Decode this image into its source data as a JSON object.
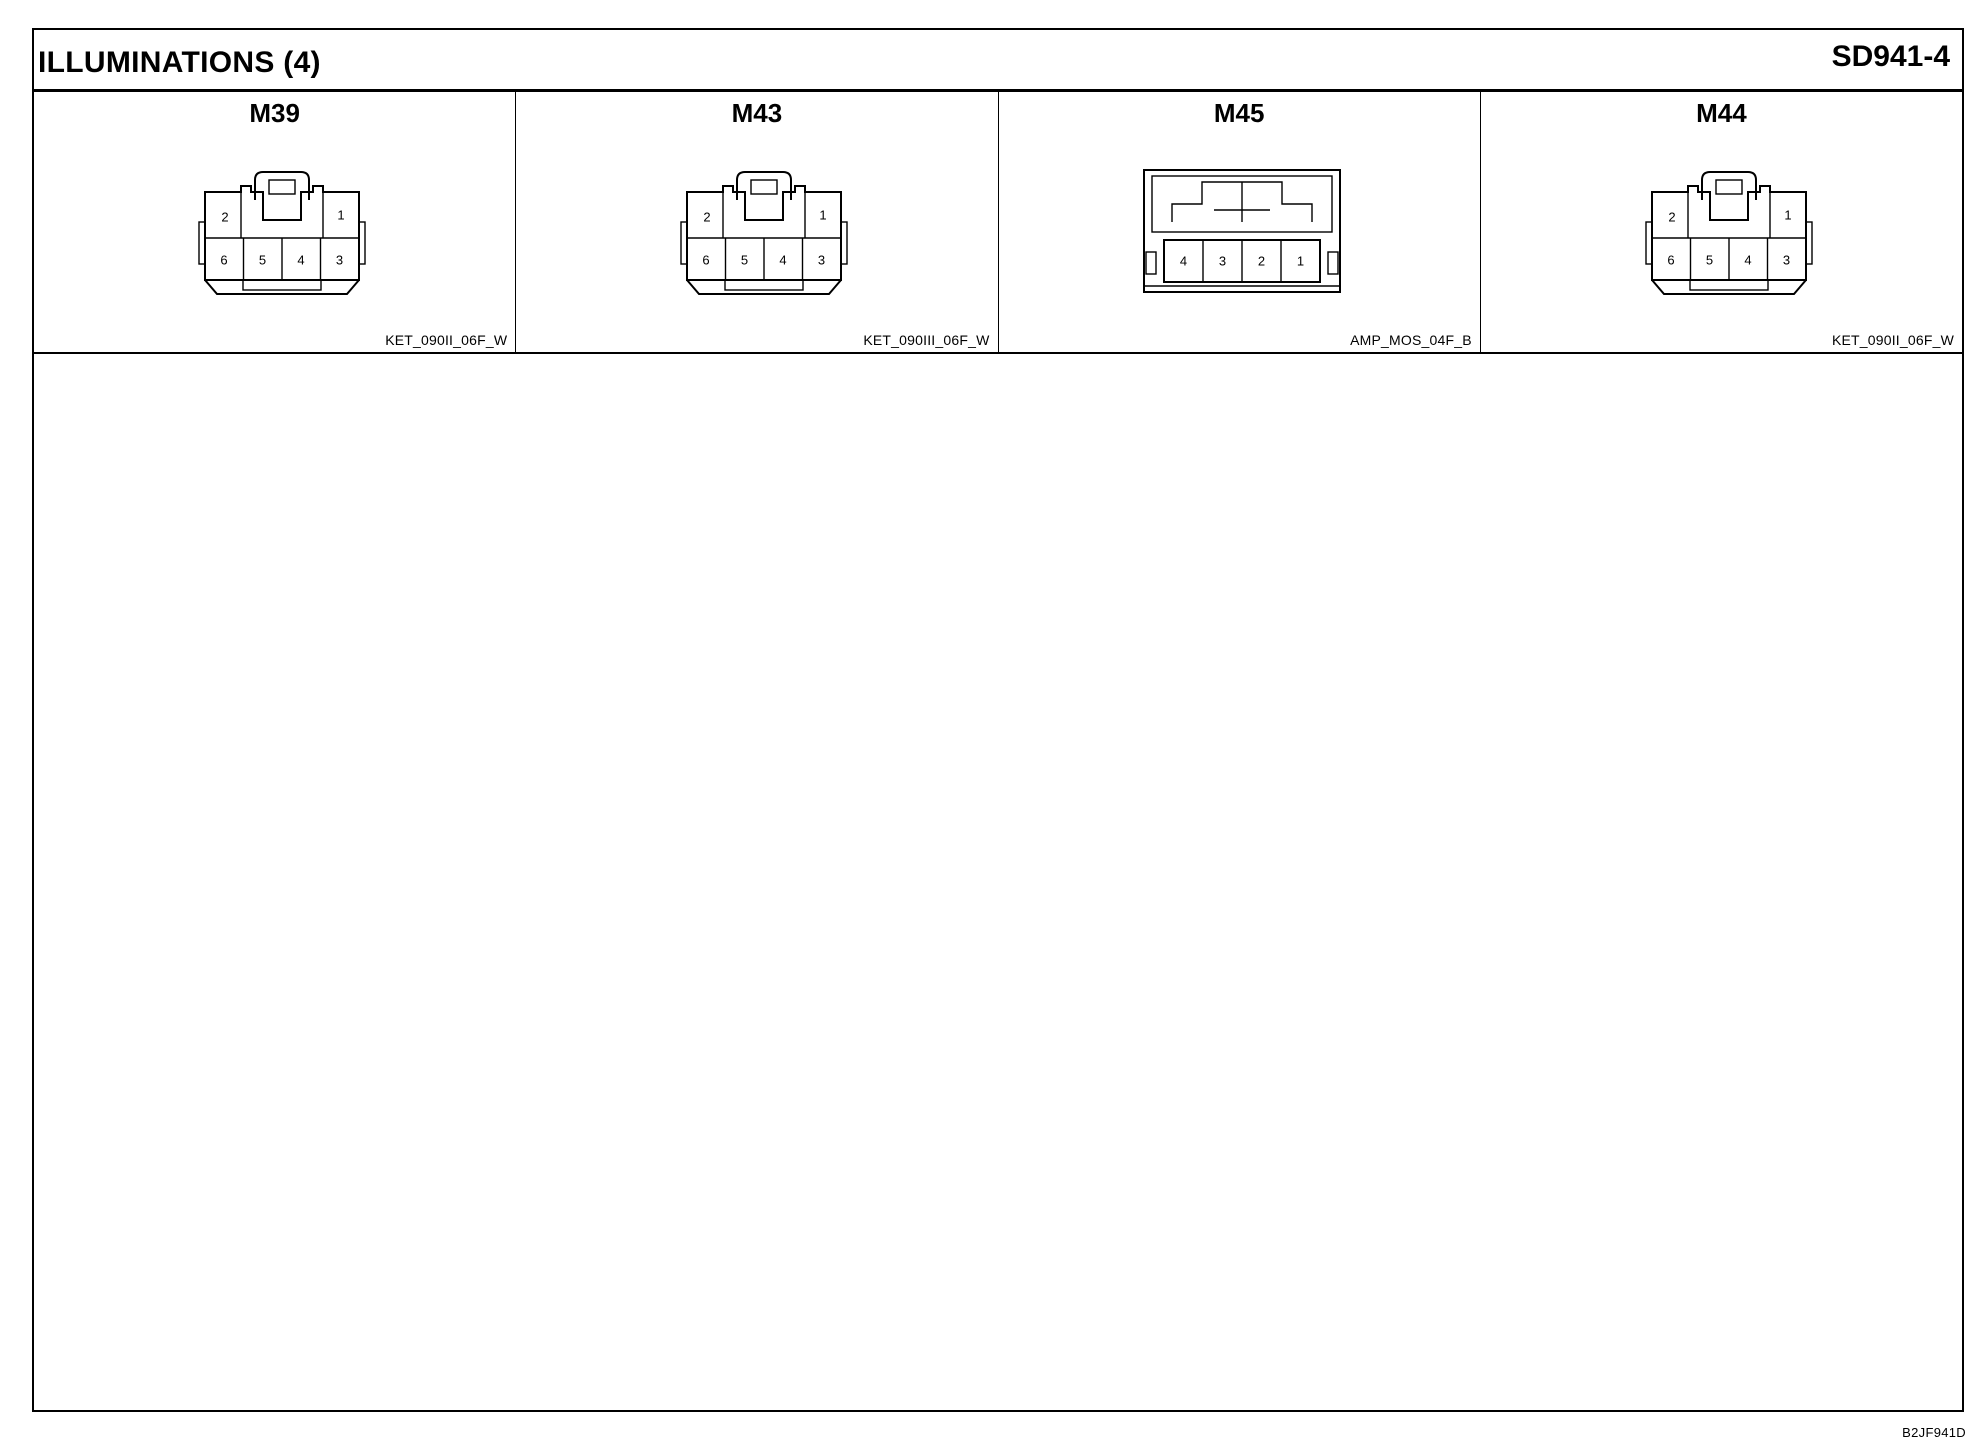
{
  "header": {
    "title": "ILLUMINATIONS (4)",
    "code": "SD941-4"
  },
  "connectors": [
    {
      "id": "M39",
      "part_no": "KET_090II_06F_W",
      "style": "six-pin",
      "pins_top": [
        "2",
        "1"
      ],
      "pins_bottom": [
        "6",
        "5",
        "4",
        "3"
      ]
    },
    {
      "id": "M43",
      "part_no": "KET_090III_06F_W",
      "style": "six-pin",
      "pins_top": [
        "2",
        "1"
      ],
      "pins_bottom": [
        "6",
        "5",
        "4",
        "3"
      ]
    },
    {
      "id": "M45",
      "part_no": "AMP_MOS_04F_B",
      "style": "four-pin",
      "pins_bottom": [
        "4",
        "3",
        "2",
        "1"
      ]
    },
    {
      "id": "M44",
      "part_no": "KET_090II_06F_W",
      "style": "six-pin",
      "pins_top": [
        "2",
        "1"
      ],
      "pins_bottom": [
        "6",
        "5",
        "4",
        "3"
      ]
    }
  ],
  "footer": {
    "code": "B2JF941D"
  }
}
